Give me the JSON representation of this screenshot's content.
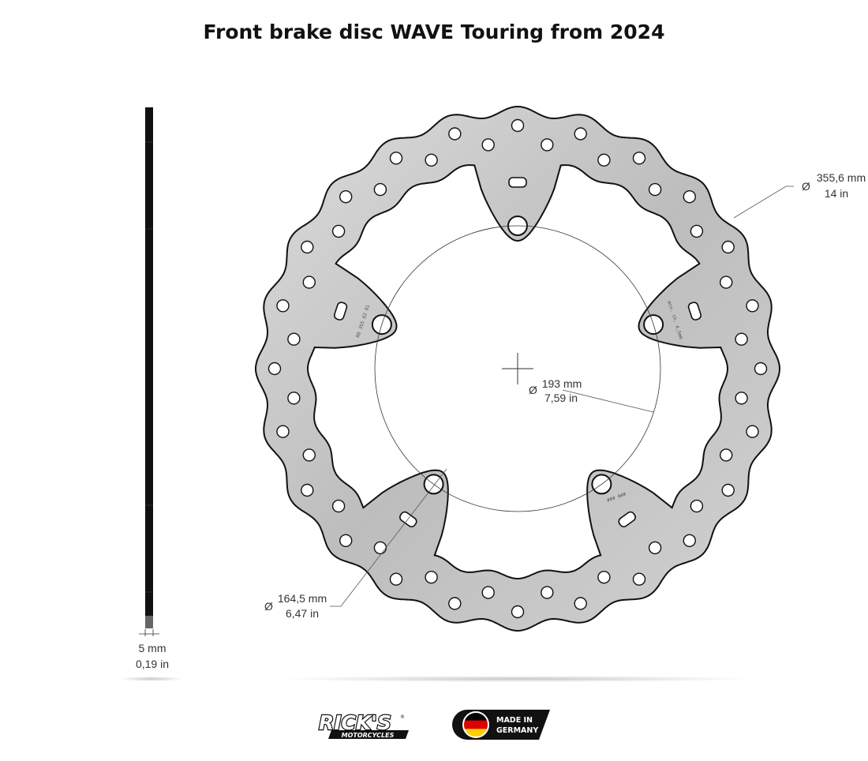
{
  "title": "Front brake disc WAVE Touring from 2024",
  "dimensions": {
    "outer": {
      "symbol": "Ø",
      "mm": "355,6 mm",
      "inch": "14 in"
    },
    "mounting": {
      "symbol": "Ø",
      "mm": "193 mm",
      "inch": "7,59 in"
    },
    "inner": {
      "symbol": "Ø",
      "mm": "164,5 mm",
      "inch": "6,47 in"
    },
    "thickness": {
      "mm": "5 mm",
      "inch": "0,19 in"
    }
  },
  "engravings": {
    "left": "RD 355 82 01",
    "right": "min. th. 4,5mm",
    "lower_right": "### ###"
  },
  "logos": {
    "ricks": {
      "line1": "RICK'S",
      "line2": "MOTORCYCLES",
      "mark": "®"
    },
    "made_in": {
      "line1": "MADE IN",
      "line2": "GERMANY"
    }
  },
  "colors": {
    "disc_fill": "#c4c4c4",
    "outline": "#111111",
    "flag_black": "#000000",
    "flag_red": "#dd0000",
    "flag_gold": "#ffce00"
  }
}
